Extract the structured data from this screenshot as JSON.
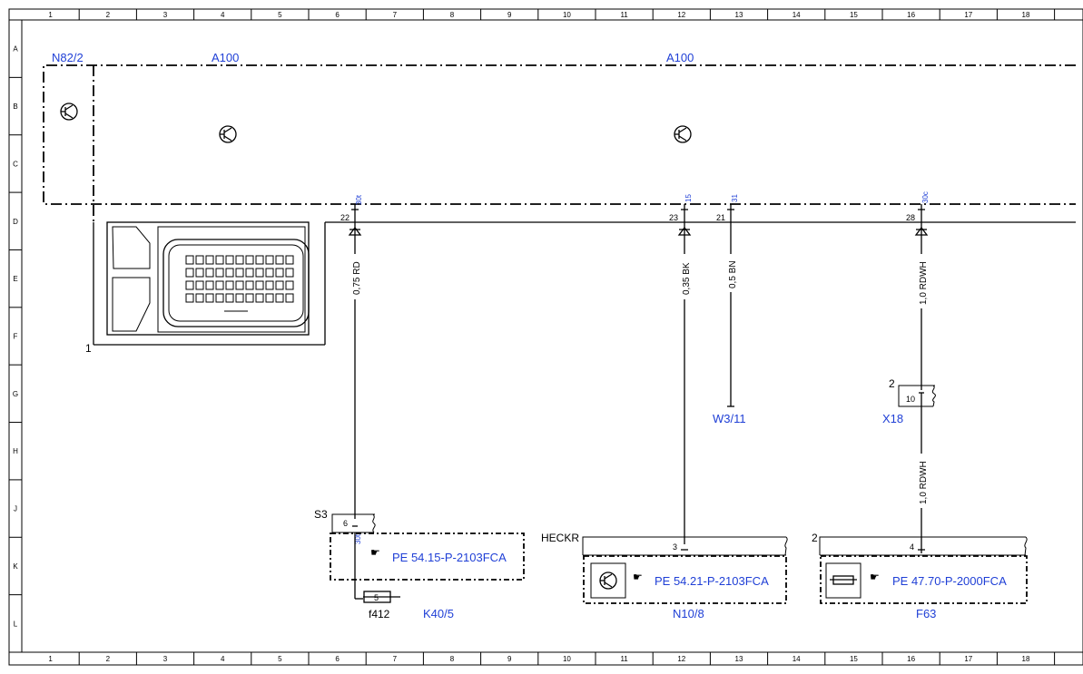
{
  "grid": {
    "columns": [
      "1",
      "2",
      "3",
      "4",
      "5",
      "6",
      "7",
      "8",
      "9",
      "10",
      "11",
      "12",
      "13",
      "14",
      "15",
      "16",
      "17",
      "18"
    ],
    "rows": [
      "A",
      "B",
      "C",
      "D",
      "E",
      "F",
      "G",
      "H",
      "J",
      "K",
      "L"
    ]
  },
  "components": {
    "n82_2": "N82/2",
    "a100_left": "A100",
    "a100_right": "A100",
    "connector_num": "1",
    "w3_11": "W3/11",
    "x18": "X18",
    "x18_num": "2",
    "x18_pin": "10",
    "s3": "S3",
    "s3_pin": "6",
    "heckr": "HECKR",
    "f63_num": "2",
    "fuse_pin": "5",
    "f412": "f412",
    "k40_5": "K40/5",
    "n10_8": "N10/8",
    "f63": "F63"
  },
  "pins": {
    "p22": "22",
    "p23": "23",
    "p21": "21",
    "p28": "28",
    "t30t": "30t",
    "t15": "15",
    "t31": "31",
    "t30c": "30c",
    "p3": "3",
    "p4": "4",
    "s3_term": "30t"
  },
  "wires": {
    "w1": "0,75 RD",
    "w2": "0,35 BK",
    "w3": "0,5 BN",
    "w4": "1,0 RDWH",
    "w5": "1,0 RDWH"
  },
  "refs": {
    "r1": "PE 54.15-P-2103FCA",
    "r2": "PE 54.21-P-2103FCA",
    "r3": "PE 47.70-P-2000FCA"
  },
  "colors": {
    "reference": "#1f3fd6",
    "line": "#000000"
  }
}
